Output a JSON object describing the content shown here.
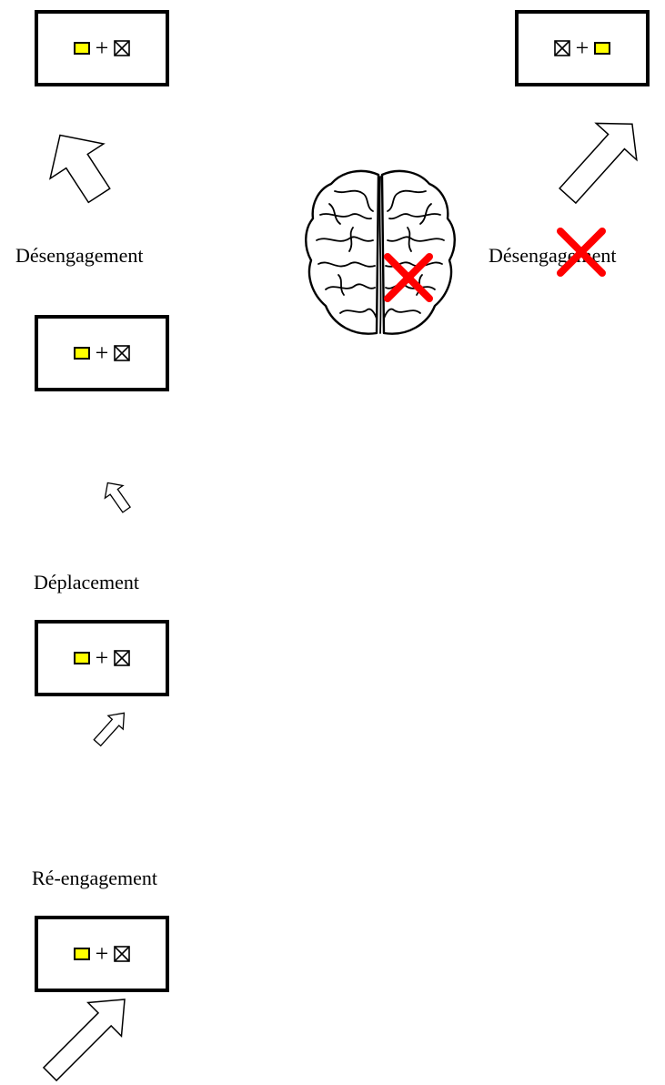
{
  "colors": {
    "yellow": "#ffff00",
    "cross": "#ff0000",
    "outline": "#000000"
  },
  "left_column": {
    "panels": [
      {
        "order": "target-plus-box",
        "plus": "+"
      },
      {
        "order": "target-plus-box",
        "plus": "+"
      },
      {
        "order": "target-plus-box",
        "plus": "+"
      },
      {
        "order": "target-plus-box",
        "plus": "+"
      }
    ],
    "labels": {
      "disengagement": "Désengagement",
      "shift": "Déplacement",
      "reengagement": "Ré-engagement"
    }
  },
  "right_column": {
    "panel": {
      "order": "box-plus-target",
      "plus": "+"
    },
    "label": "Désengagement",
    "blocked_marker": "red-x"
  },
  "center": {
    "image": "brain-icon",
    "lesion_marker": "red-x"
  }
}
